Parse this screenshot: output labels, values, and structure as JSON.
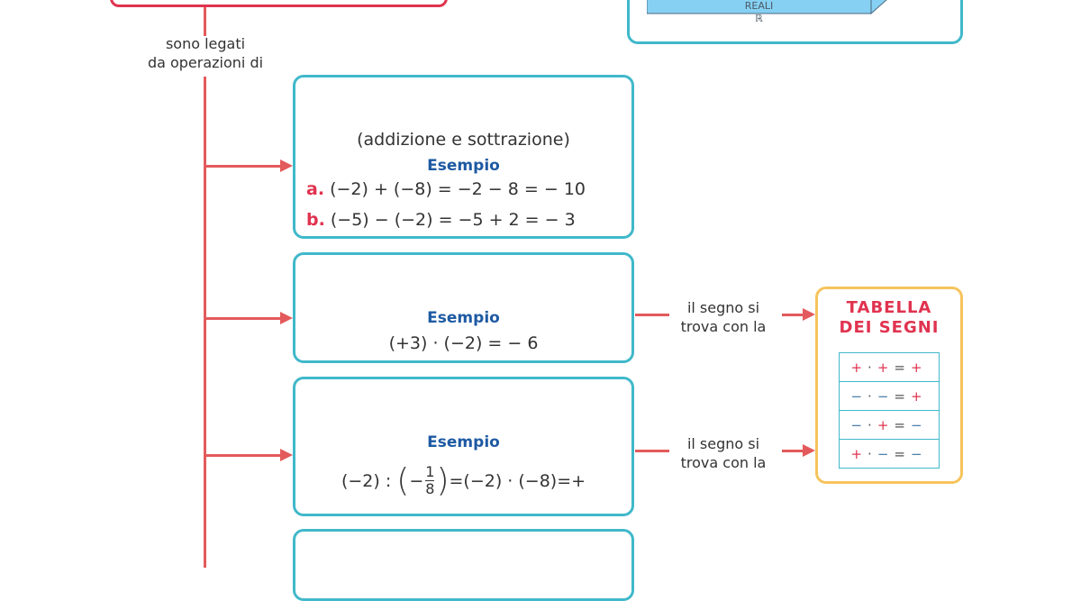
{
  "top_right": {
    "label_line1": "REALI",
    "label_line2": "ℝ"
  },
  "connector_label": {
    "line1": "sono legati",
    "line2": "da operazioni di"
  },
  "box1": {
    "subtitle": "(addizione e sottrazione)",
    "example_title": "Esempio",
    "items": [
      {
        "label": "a.",
        "expr": "(−2) + (−8) = −2 − 8 = − 10"
      },
      {
        "label": "b.",
        "expr": "(−5) − (−2) = −5 + 2 = − 3"
      }
    ]
  },
  "box2": {
    "example_title": "Esempio",
    "expr": "(+3) · (−2) = − 6"
  },
  "box3": {
    "example_title": "Esempio",
    "expr_left": "(−2) : ",
    "frac_sign": "−",
    "frac_num": "1",
    "frac_den": "8",
    "expr_right": "=(−2) · (−8)=+"
  },
  "side_note": {
    "line1": "il segno si",
    "line2": "trova con la"
  },
  "sign_table": {
    "title_line1": "TABELLA",
    "title_line2": "DEI SEGNI",
    "rows": [
      [
        "+",
        "·",
        "+",
        "=",
        "+"
      ],
      [
        "−",
        "·",
        "−",
        "=",
        "+"
      ],
      [
        "−",
        "·",
        "+",
        "=",
        "−"
      ],
      [
        "+",
        "·",
        "−",
        "=",
        "−"
      ]
    ]
  },
  "colors": {
    "red": "#e35a5c",
    "teal": "#40b8ca",
    "yellow": "#f6c45c",
    "blue": "#1e5aa3",
    "cube": "#86d0f3"
  }
}
